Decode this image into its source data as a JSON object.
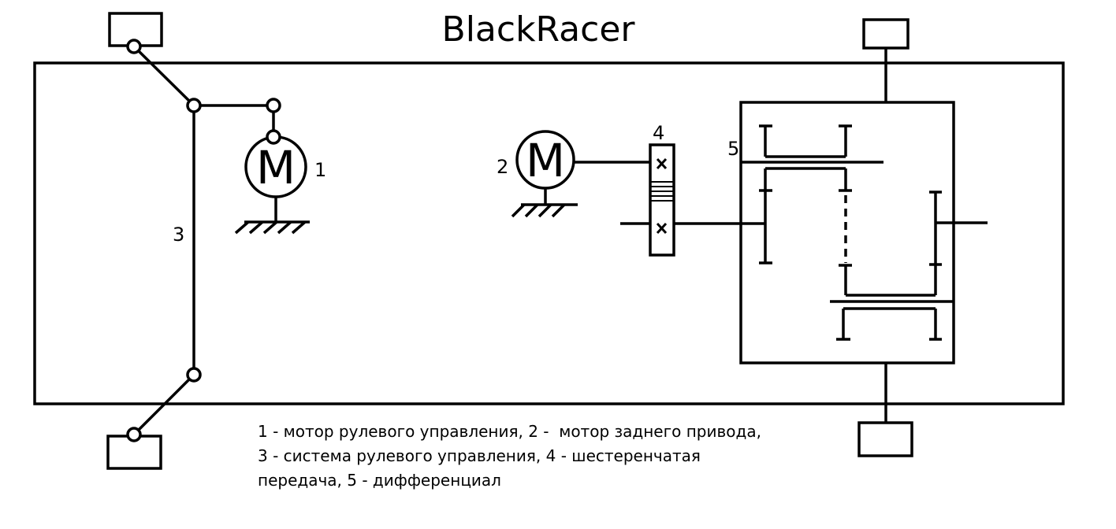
{
  "title": "BlackRacer",
  "labels": {
    "motor_steering": "1",
    "motor_drive": "2",
    "steering_system": "3",
    "gear_transmission": "4",
    "differential": "5"
  },
  "motor_symbol": "M",
  "caption": [
    "1 - мотор рулевого управления, 2 -  мотор заднего привода,",
    "3 - система рулевого управления, 4 - шестеренчатая",
    "передача, 5 - дифференциал"
  ]
}
